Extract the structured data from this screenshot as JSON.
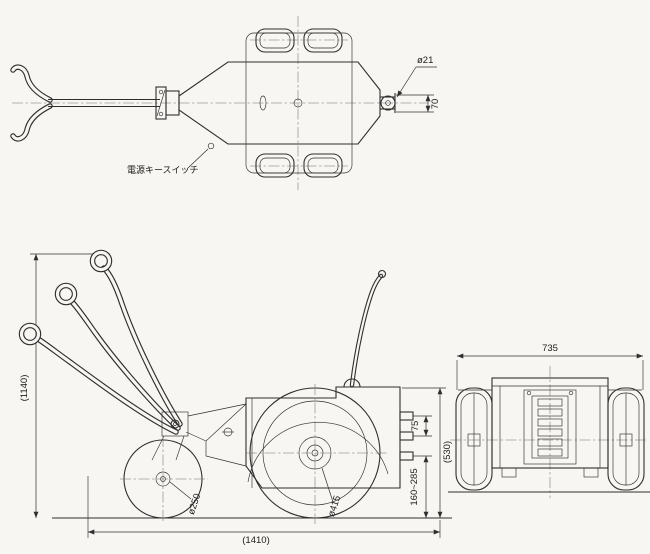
{
  "drawing": {
    "labels": {
      "power_key_switch": "電源キースイッチ"
    },
    "top_view": {
      "tip_diameter": "ø21",
      "tip_width": "70"
    },
    "side_view": {
      "overall_height": "(1140)",
      "overall_length": "(1410)",
      "front_wheel_diameter": "ø250",
      "drive_wheel_diameter": "ø415",
      "fork_height_range": "160~285",
      "fork_pitch": "75",
      "deck_height": "(530)"
    },
    "rear_view": {
      "overall_width": "735"
    }
  }
}
